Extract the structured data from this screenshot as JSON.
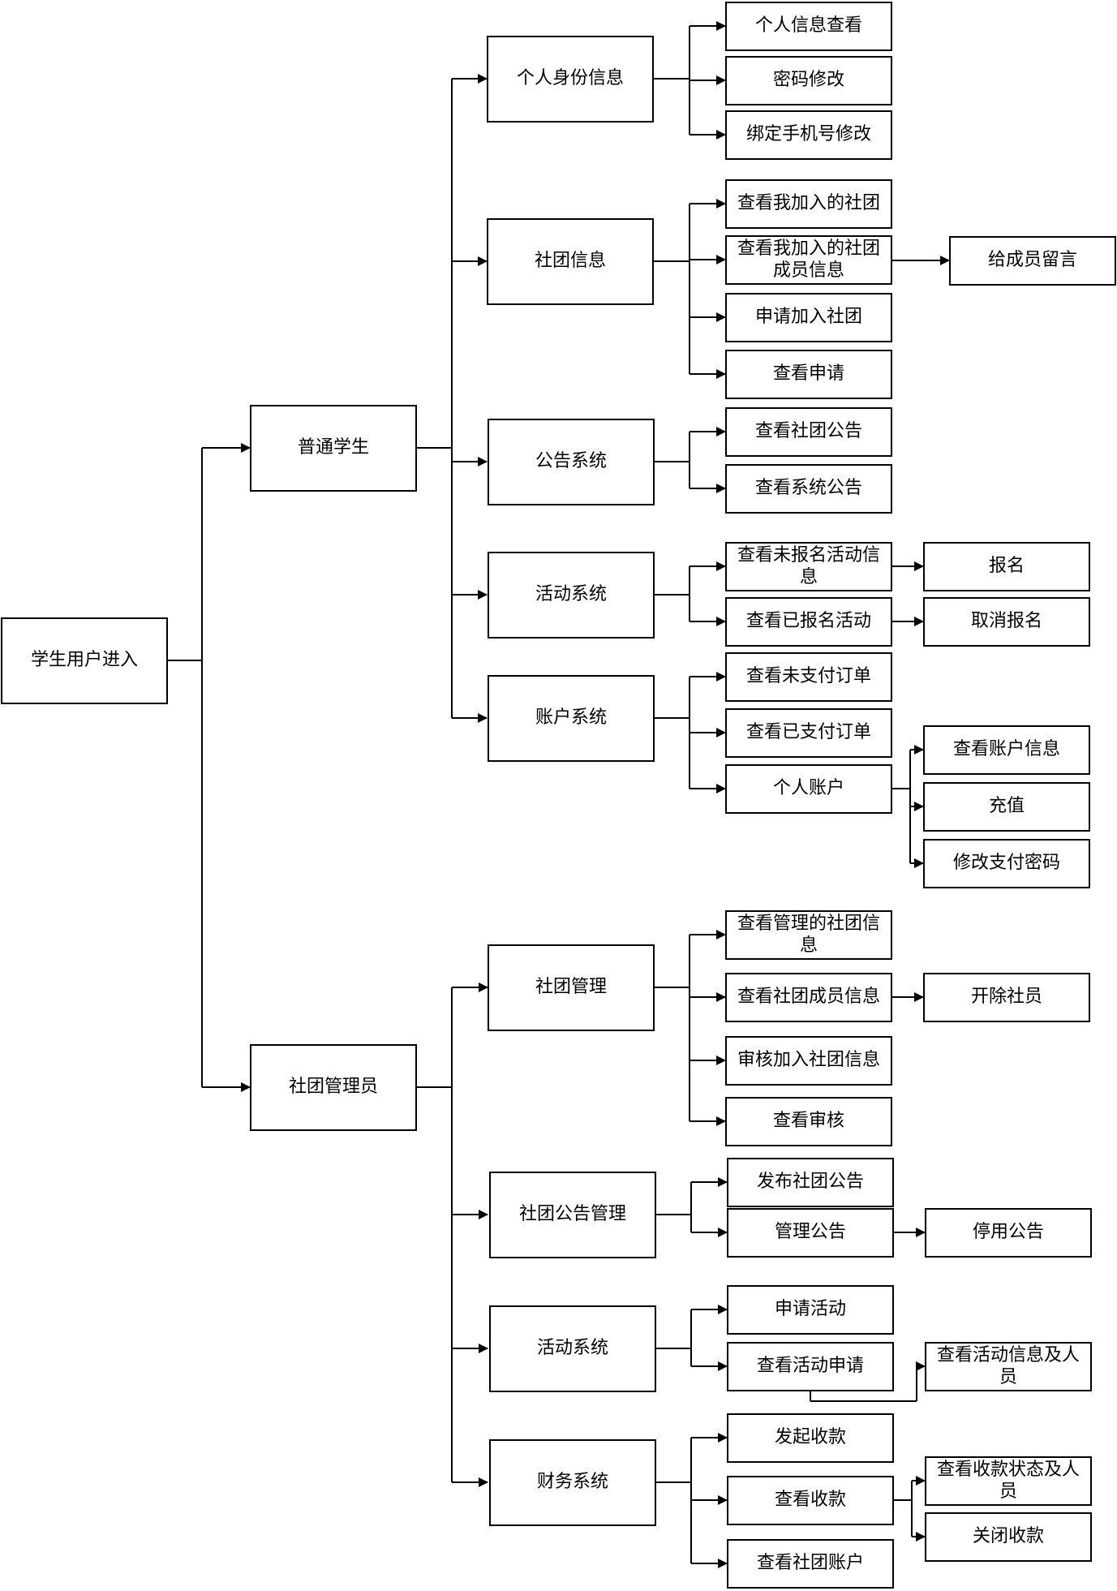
{
  "nodes": {
    "root": "学生用户进入",
    "student": "普通学生",
    "admin": "社团管理员",
    "s_identity": "个人身份信息",
    "s_club": "社团信息",
    "s_notice": "公告系统",
    "s_activity": "活动系统",
    "s_account": "账户系统",
    "a_club": "社团管理",
    "a_notice": "社团公告管理",
    "a_activity": "活动系统",
    "a_finance": "财务系统",
    "id_view": "个人信息查看",
    "id_pwd": "密码修改",
    "id_phone": "绑定手机号修改",
    "club_mine": "查看我加入的社团",
    "club_members": "查看我加入的社团成员信息",
    "club_apply": "申请加入社团",
    "club_applications": "查看申请",
    "msg_member": "给成员留言",
    "notice_club": "查看社团公告",
    "notice_system": "查看系统公告",
    "act_unreg": "查看未报名活动信息",
    "act_reg": "查看已报名活动",
    "act_signup": "报名",
    "act_cancel": "取消报名",
    "acc_unpaid": "查看未支付订单",
    "acc_paid": "查看已支付订单",
    "acc_personal": "个人账户",
    "acc_info": "查看账户信息",
    "acc_recharge": "充值",
    "acc_paypwd": "修改支付密码",
    "ac_info": "查看管理的社团信息",
    "ac_members": "查看社团成员信息",
    "ac_review": "审核加入社团信息",
    "ac_reviews": "查看审核",
    "ac_expel": "开除社员",
    "an_publish": "发布社团公告",
    "an_manage": "管理公告",
    "an_disable": "停用公告",
    "aa_apply": "申请活动",
    "aa_view": "查看活动申请",
    "aa_detail": "查看活动信息及人员",
    "af_start": "发起收款",
    "af_view": "查看收款",
    "af_club_acc": "查看社团账户",
    "af_status": "查看收款状态及人员",
    "af_close": "关闭收款"
  }
}
